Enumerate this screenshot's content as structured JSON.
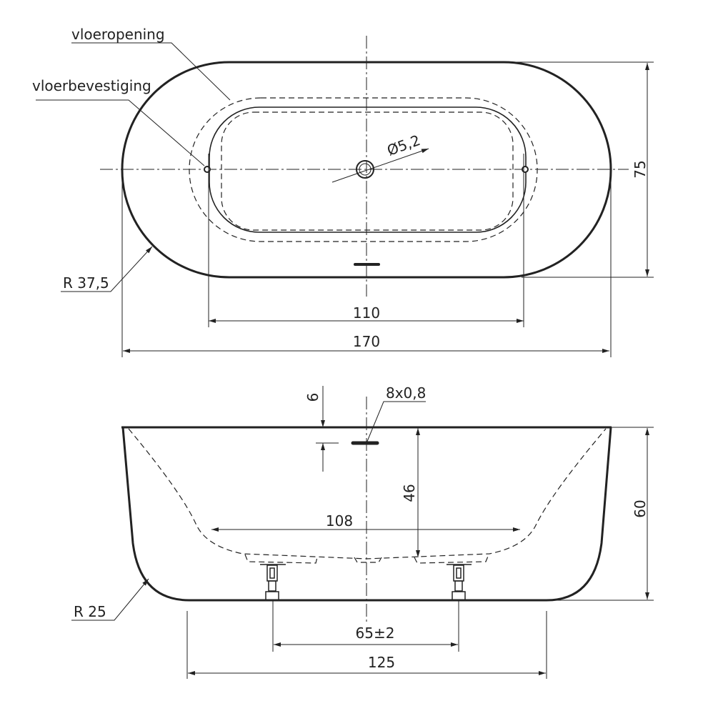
{
  "top_view": {
    "label_floor_opening": "vloeropening",
    "label_floor_fixing": "vloerbevestiging",
    "drain_diameter": "Ø5,2",
    "radius": "R 37,5",
    "inner_length": "110",
    "overall_length": "170",
    "width": "75"
  },
  "side_view": {
    "overflow_offset": "6",
    "overflow_size": "8x0,8",
    "depth": "46",
    "inner_bottom_length": "108",
    "height": "60",
    "radius": "R 25",
    "feet_spacing": "65±2",
    "base_length": "125"
  }
}
